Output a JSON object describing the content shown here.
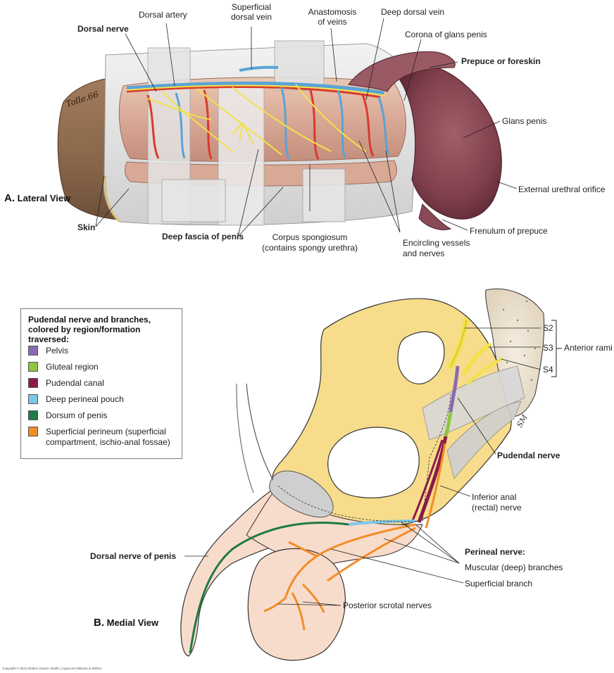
{
  "views": {
    "lateral": {
      "letter": "A.",
      "title": "Lateral View"
    },
    "medial": {
      "letter": "B.",
      "title": "Medial View"
    }
  },
  "labels_a": {
    "dorsal_nerve": "Dorsal nerve",
    "dorsal_artery": "Dorsal artery",
    "superficial_dorsal_vein_1": "Superficial",
    "superficial_dorsal_vein_2": "dorsal vein",
    "anastomosis_1": "Anastomosis",
    "anastomosis_2": "of veins",
    "deep_dorsal_vein": "Deep dorsal vein",
    "corona": "Corona of glans penis",
    "prepuce": "Prepuce or foreskin",
    "glans": "Glans penis",
    "urethral_orifice": "External urethral orifice",
    "frenulum": "Frenulum of prepuce",
    "encircling_1": "Encircling vessels",
    "encircling_2": "and nerves",
    "corpus_1": "Corpus spongiosum",
    "corpus_2": "(contains spongy urethra)",
    "deep_fascia": "Deep fascia of penis",
    "skin": "Skin",
    "signature": "Tolle.66"
  },
  "labels_b": {
    "s2": "S2",
    "s3": "S3",
    "s4": "S4",
    "anterior_rami": "Anterior rami",
    "pudendal_nerve": "Pudendal nerve",
    "inferior_anal_1": "Inferior anal",
    "inferior_anal_2": "(rectal) nerve",
    "perineal_nerve": "Perineal nerve:",
    "muscular": "Muscular (deep) branches",
    "superficial_branch": "Superficial branch",
    "posterior_scrotal": "Posterior scrotal nerves",
    "dorsal_nerve_penis": "Dorsal nerve of penis",
    "artist": "SM"
  },
  "legend": {
    "title": "Pudendal nerve and branches, colored by region/formation traversed:",
    "items": [
      {
        "label": "Pelvis",
        "color": "#8b6bb0"
      },
      {
        "label": "Gluteal region",
        "color": "#8dc63f"
      },
      {
        "label": "Pudendal canal",
        "color": "#8b1a4a"
      },
      {
        "label": "Deep perineal pouch",
        "color": "#7cc8e8"
      },
      {
        "label": "Dorsum of penis",
        "color": "#1e7a46"
      },
      {
        "label": "Superficial perineum (superficial",
        "label2": "compartment, ischio-anal fossae)",
        "color": "#f28c28"
      }
    ]
  },
  "colors": {
    "nerve_yellow": "#f2e14b",
    "artery_red": "#d93a2b",
    "vein_blue": "#5aa3d6",
    "skin": "#c9a07a",
    "glans": "#8a4a55",
    "fascia": "#dcdcdc",
    "pelvis_bone": "#f7dc8c",
    "body_pink": "#f8dccb"
  },
  "copyright": "Copyright © 2013 Wolters Kluwer Health | Lippincott Williams & Wilkins"
}
